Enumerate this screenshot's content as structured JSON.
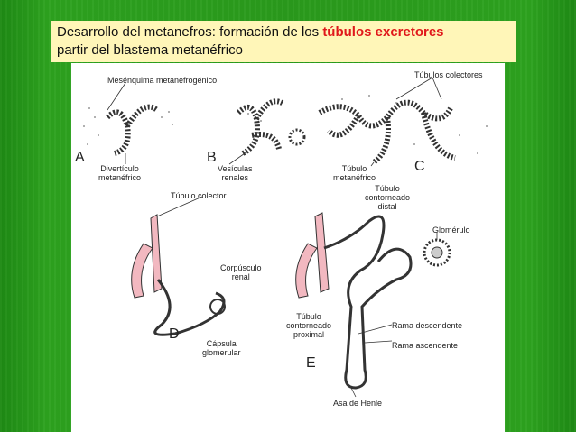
{
  "slide": {
    "title_part1": "Desarrollo del metanefros: formación de los",
    "title_highlight": "túbulos excretores",
    "title_part2": "partir del blastema metanéfrico",
    "highlight_color": "#e0181b",
    "box_color": "#fff6b8",
    "background_color": "#2a9a1c"
  },
  "figure": {
    "labels": {
      "mesenquima": "Mesénquima metanefrogénico",
      "tubulos_colectores": "Túbulos colectores",
      "diverticulo": "Divertículo\nmetanéfrico",
      "vesiculas": "Vesículas\nrenales",
      "tubulo_metanefrico": "Túbulo\nmetanéfrico",
      "tubulo_colector": "Túbulo colector",
      "tubulo_distal": "Túbulo\ncontorneado\ndistal",
      "glomerulo": "Glomérulo",
      "corpusculo": "Corpúsculo\nrenal",
      "capsula": "Cápsula\nglomerular",
      "tubulo_proximal": "Túbulo\ncontorneado\nproximal",
      "rama_descendente": "Rama descendente",
      "rama_ascendente": "Rama ascendente",
      "asa_henle": "Asa de Henle"
    },
    "panels": {
      "a": "A",
      "b": "B",
      "c": "C",
      "d": "D",
      "e": "E"
    }
  }
}
